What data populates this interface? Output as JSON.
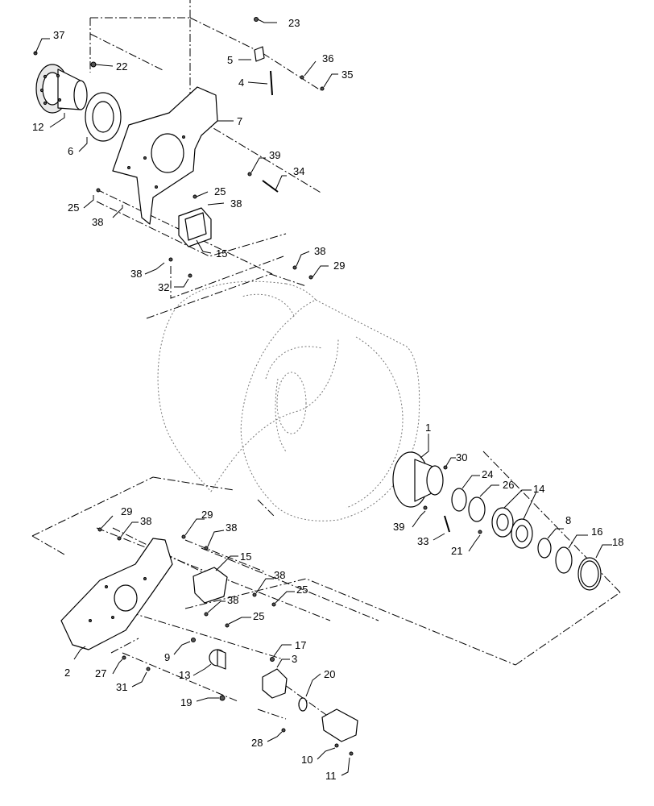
{
  "callouts": [
    {
      "id": "c37",
      "label": "37"
    },
    {
      "id": "c22",
      "label": "22"
    },
    {
      "id": "c12",
      "label": "12"
    },
    {
      "id": "c6",
      "label": "6"
    },
    {
      "id": "c23",
      "label": "23"
    },
    {
      "id": "c5",
      "label": "5"
    },
    {
      "id": "c4",
      "label": "4"
    },
    {
      "id": "c36",
      "label": "36"
    },
    {
      "id": "c35",
      "label": "35"
    },
    {
      "id": "c7",
      "label": "7"
    },
    {
      "id": "c39a",
      "label": "39"
    },
    {
      "id": "c34",
      "label": "34"
    },
    {
      "id": "c25a",
      "label": "25"
    },
    {
      "id": "c25b",
      "label": "25"
    },
    {
      "id": "c38a",
      "label": "38"
    },
    {
      "id": "c38b",
      "label": "38"
    },
    {
      "id": "c15a",
      "label": "15"
    },
    {
      "id": "c38c",
      "label": "38"
    },
    {
      "id": "c29a",
      "label": "29"
    },
    {
      "id": "c38d",
      "label": "38"
    },
    {
      "id": "c32",
      "label": "32"
    },
    {
      "id": "c1",
      "label": "1"
    },
    {
      "id": "c30",
      "label": "30"
    },
    {
      "id": "c24",
      "label": "24"
    },
    {
      "id": "c26",
      "label": "26"
    },
    {
      "id": "c14",
      "label": "14"
    },
    {
      "id": "c8",
      "label": "8"
    },
    {
      "id": "c16",
      "label": "16"
    },
    {
      "id": "c18",
      "label": "18"
    },
    {
      "id": "c39b",
      "label": "39"
    },
    {
      "id": "c33",
      "label": "33"
    },
    {
      "id": "c21",
      "label": "21"
    },
    {
      "id": "c29b",
      "label": "29"
    },
    {
      "id": "c38e",
      "label": "38"
    },
    {
      "id": "c29c",
      "label": "29"
    },
    {
      "id": "c38f",
      "label": "38"
    },
    {
      "id": "c15b",
      "label": "15"
    },
    {
      "id": "c38g",
      "label": "38"
    },
    {
      "id": "c25c",
      "label": "25"
    },
    {
      "id": "c38h",
      "label": "38"
    },
    {
      "id": "c25d",
      "label": "25"
    },
    {
      "id": "c2",
      "label": "2"
    },
    {
      "id": "c9",
      "label": "9"
    },
    {
      "id": "c27",
      "label": "27"
    },
    {
      "id": "c31",
      "label": "31"
    },
    {
      "id": "c13",
      "label": "13"
    },
    {
      "id": "c17",
      "label": "17"
    },
    {
      "id": "c3",
      "label": "3"
    },
    {
      "id": "c20",
      "label": "20"
    },
    {
      "id": "c19",
      "label": "19"
    },
    {
      "id": "c28",
      "label": "28"
    },
    {
      "id": "c10",
      "label": "10"
    },
    {
      "id": "c11",
      "label": "11"
    }
  ]
}
